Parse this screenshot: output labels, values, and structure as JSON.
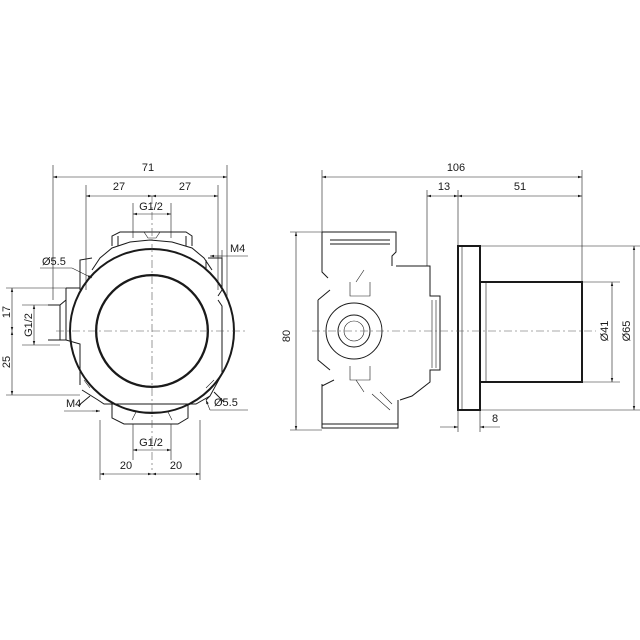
{
  "front_view": {
    "dim_width_total": "71",
    "dim_half_left": "27",
    "dim_half_right": "27",
    "dim_thread_top": "G1/2",
    "dim_hole_top_left": "Ø5.5",
    "dim_thread_top_right": "M4",
    "dim_side_17": "17",
    "dim_side_thread": "G1/2",
    "dim_side_25": "25",
    "dim_thread_bottom_left": "M4",
    "dim_hole_bottom_right": "Ø5.5",
    "dim_thread_bottom": "G1/2",
    "dim_bottom_left": "20",
    "dim_bottom_right": "20"
  },
  "side_view": {
    "dim_depth_total": "106",
    "dim_depth_13": "13",
    "dim_depth_51": "51",
    "dim_height_80": "80",
    "dim_diameter_41": "Ø41",
    "dim_diameter_65": "Ø65",
    "dim_plate_8": "8"
  }
}
